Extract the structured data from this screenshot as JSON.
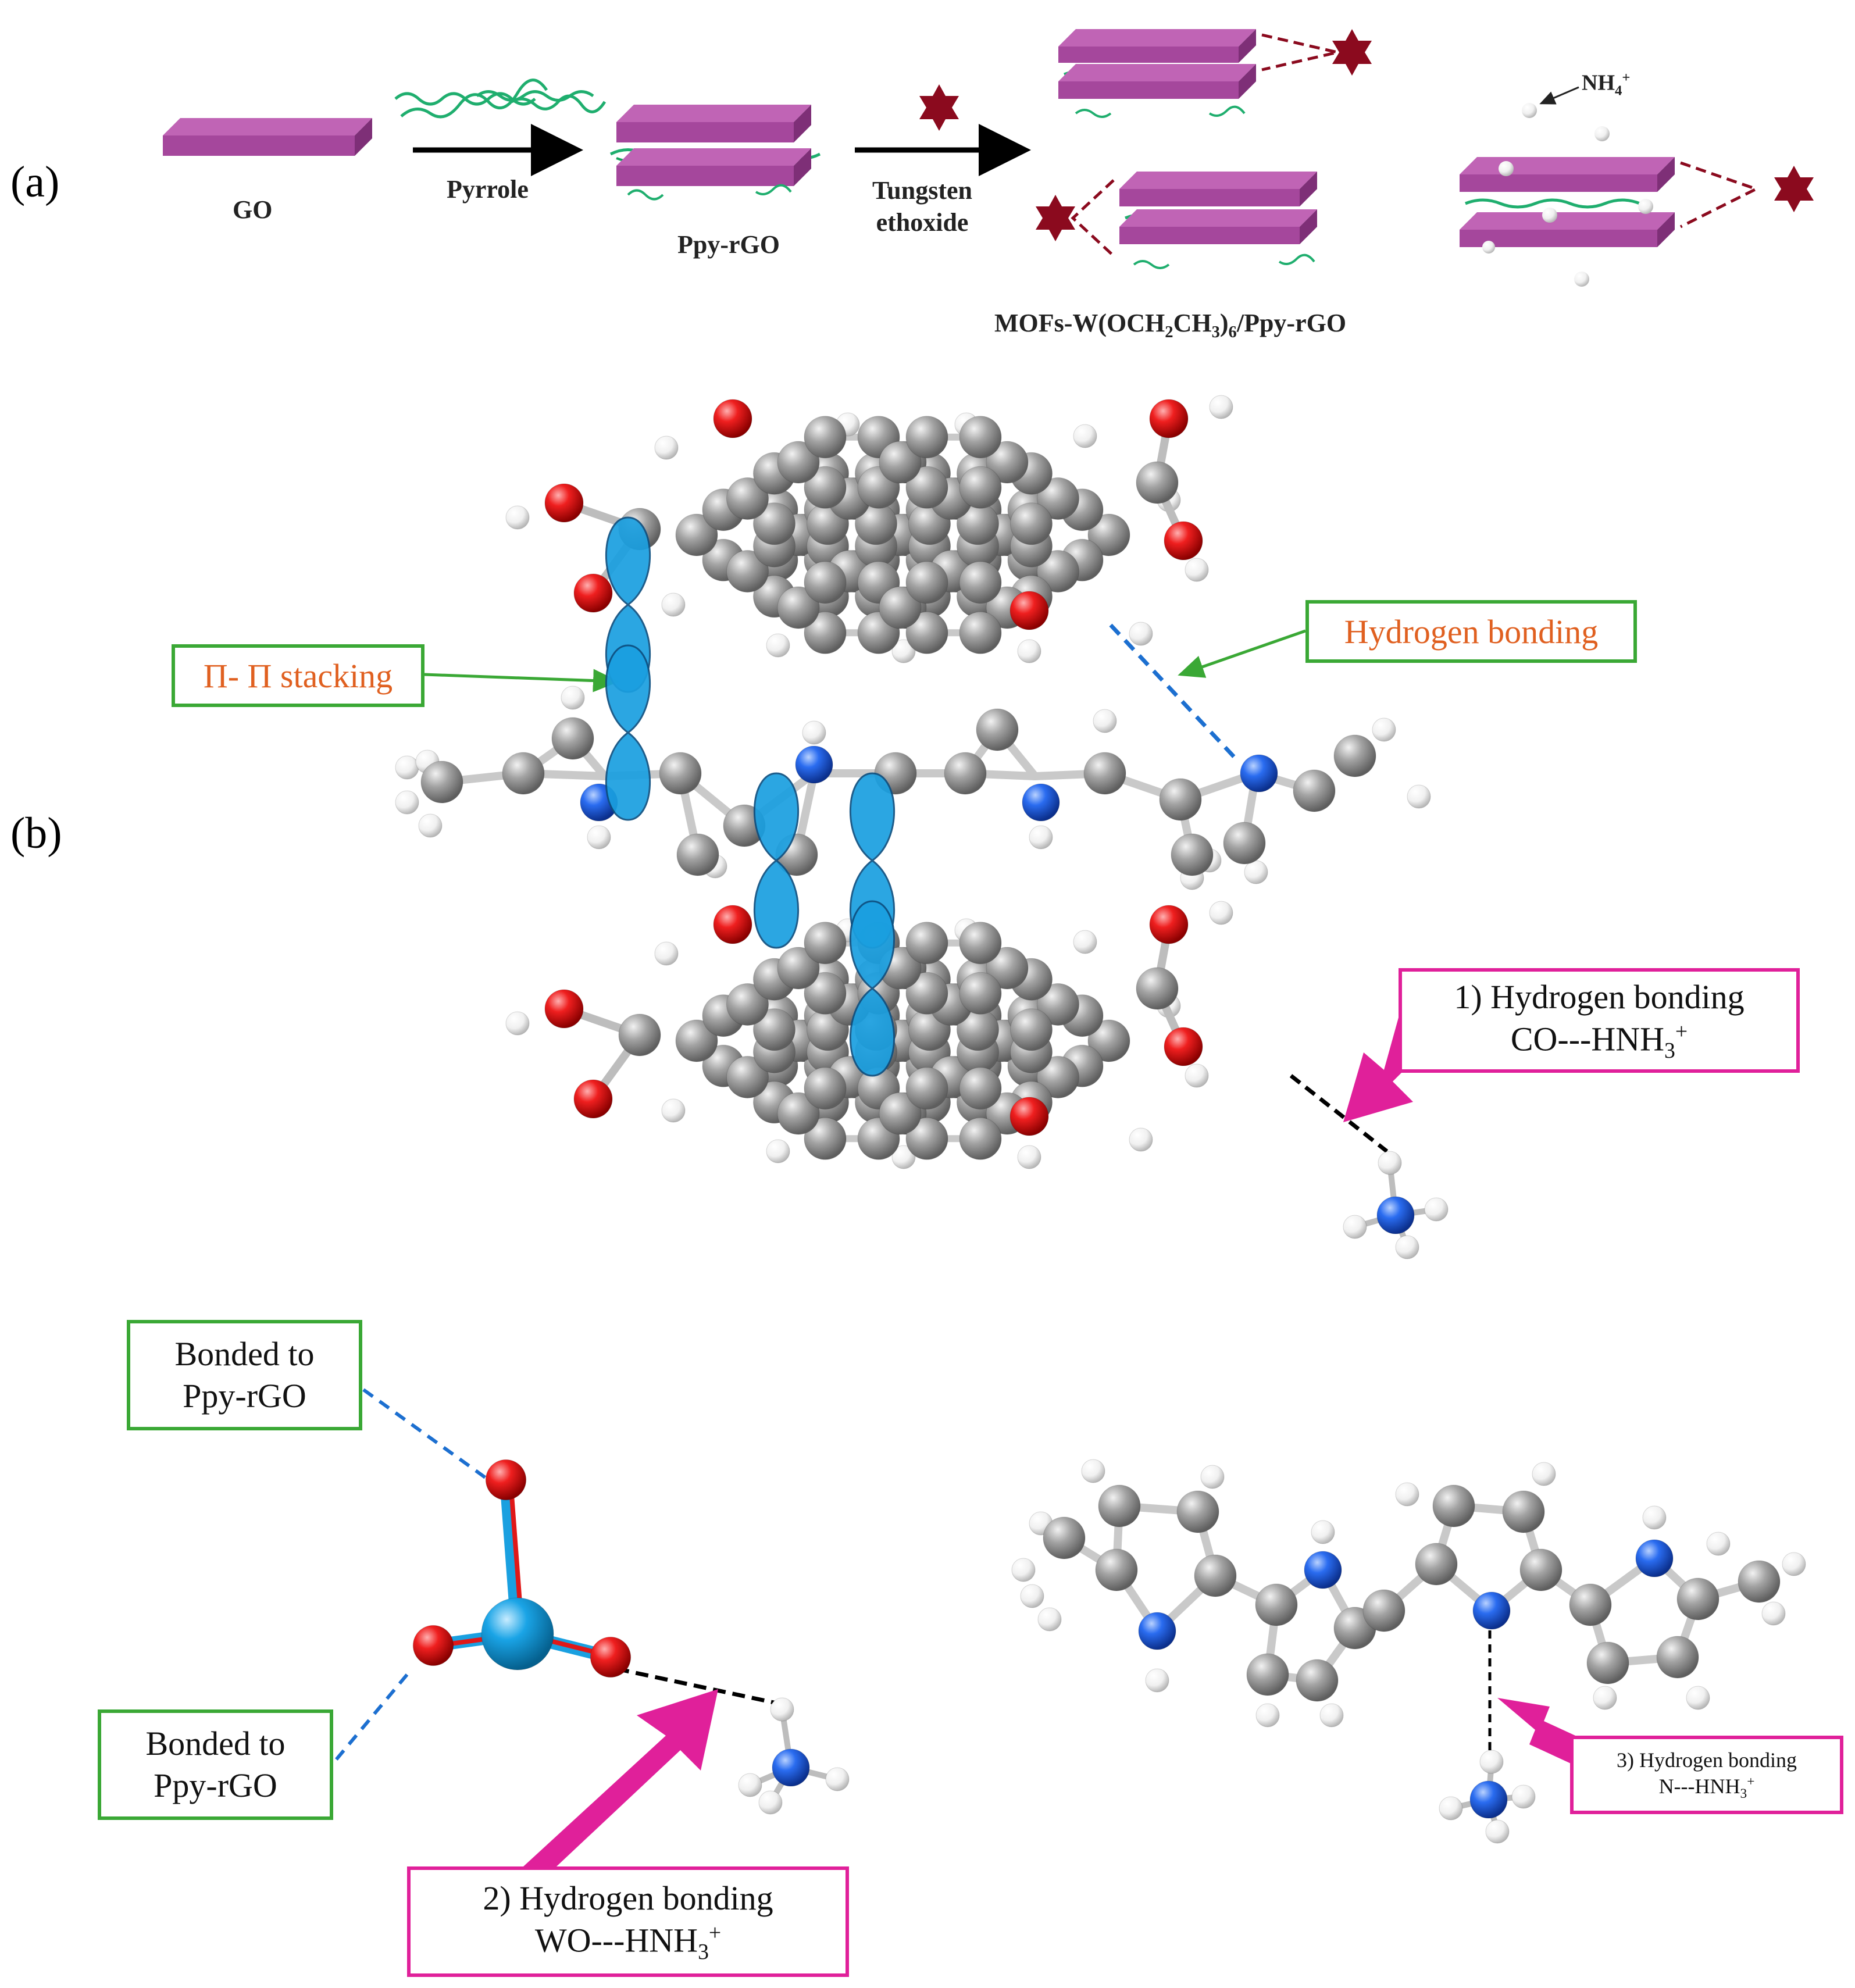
{
  "panel_labels": {
    "a": "(a)",
    "b": "(b)"
  },
  "scheme": {
    "go_label": "GO",
    "pyrrole_label": "Pyrrole",
    "ppy_rgo_label": "Ppy-rGO",
    "tungsten_label_line1": "Tungsten",
    "tungsten_label_line2": "ethoxide",
    "mof_label_prefix": "MOFs-W(OCH",
    "mof_sub1": "2",
    "mof_mid": "CH",
    "mof_sub2": "3",
    "mof_close": ")",
    "mof_sub3": "6",
    "mof_suffix": "/Ppy-rGO",
    "nh4_label": "NH",
    "nh4_sub": "4",
    "nh4_sup": "+"
  },
  "annotations": {
    "pi_stacking": "Π- Π stacking",
    "hydrogen_bonding": "Hydrogen bonding",
    "hb1_line1": "1) Hydrogen bonding",
    "hb1_line2_prefix": "CO---HNH",
    "hb1_sub": "3",
    "hb1_sup": "+",
    "hb2_line1": "2) Hydrogen bonding",
    "hb2_line2_prefix": "WO---HNH",
    "hb2_sub": "3",
    "hb2_sup": "+",
    "hb3_line1": "3) Hydrogen bonding",
    "hb3_line2_prefix": "N---HNH",
    "hb3_sub": "3",
    "hb3_sup": "+",
    "bonded_top_line1": "Bonded to",
    "bonded_top_line2": "Ppy-rGO",
    "bonded_bottom_line1": "Bonded to",
    "bonded_bottom_line2": "Ppy-rGO"
  },
  "colors": {
    "sheet": "#a5479c",
    "sheet_top": "#c064b5",
    "polymer_green": "#1fae6e",
    "star_red": "#8b0a1e",
    "carbon": "#8f8f8f",
    "oxygen": "#e01818",
    "nitrogen": "#1f5fe0",
    "hydrogen": "#f2f2f2",
    "tungsten": "#1aa0e0",
    "orbital_blue": "#1a9fe0",
    "green_box": "#3aa835",
    "pink_box": "#e0209a",
    "orange_text": "#e06020"
  }
}
